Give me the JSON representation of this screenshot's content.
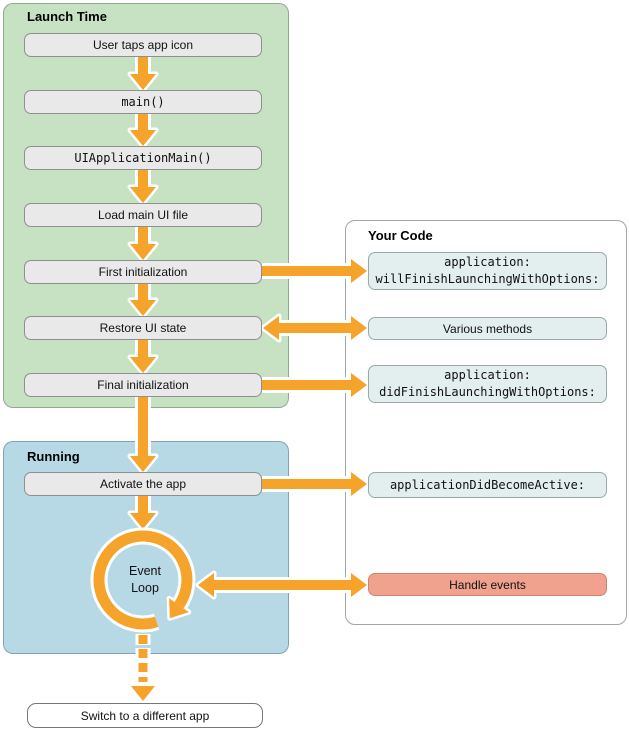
{
  "colors": {
    "orange": "#F5A32B",
    "green-panel": "#C6E2C3",
    "blue-panel": "#B7D8E5",
    "gray-box": "#E9E9E9",
    "gray-box-border": "#8F8F8F",
    "code-box": "#E3EEEF",
    "code-box-border": "#9AA8AB",
    "red-box": "#F0A28F",
    "red-box-border": "#D2826C"
  },
  "launch_time": {
    "title": "Launch Time",
    "steps": [
      {
        "label": "User taps app icon"
      },
      {
        "label": "main()"
      },
      {
        "label": "UIApplicationMain()"
      },
      {
        "label": "Load main UI file"
      },
      {
        "label": "First initialization"
      },
      {
        "label": "Restore UI state"
      },
      {
        "label": "Final initialization"
      }
    ]
  },
  "running": {
    "title": "Running",
    "activate_label": "Activate the app",
    "event_loop_label": "Event\nLoop"
  },
  "your_code": {
    "title": "Your Code",
    "callbacks": [
      {
        "label": "application:\nwillFinishLaunchingWithOptions:"
      },
      {
        "label": "Various methods"
      },
      {
        "label": "application:\ndidFinishLaunchingWithOptions:"
      },
      {
        "label": "applicationDidBecomeActive:"
      },
      {
        "label": "Handle events"
      }
    ]
  },
  "switch_app_label": "Switch to a different app"
}
